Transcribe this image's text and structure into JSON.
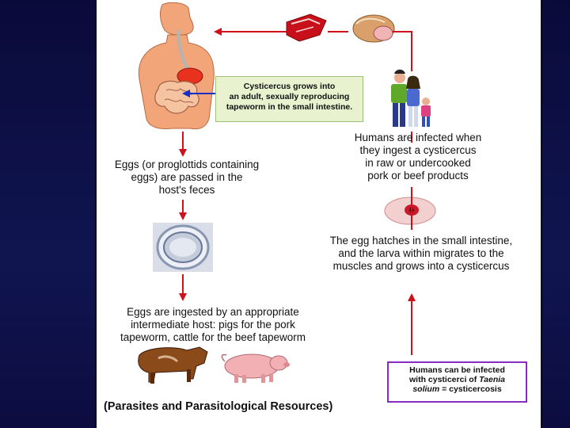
{
  "box_adult": [
    "Cysticercus grows into",
    "an adult, sexually reproducing",
    "tapeworm in the small intestine."
  ],
  "text_eggs_passed": [
    "Eggs (or proglottids containing",
    "eggs) are passed in the",
    "host's feces"
  ],
  "text_humans_infected": [
    "Humans are infected when",
    "they ingest a cysticercus",
    "in raw or undercooked",
    "pork or beef products"
  ],
  "text_egg_hatches": [
    "The egg hatches in the small intestine,",
    "and the larva within migrates to the",
    "muscles and grows into a cysticercus"
  ],
  "text_eggs_ingested": [
    "Eggs are ingested by an appropriate",
    "intermediate host: pigs for the pork",
    "tapeworm, cattle for the beef tapeworm"
  ],
  "box_cysticerci": {
    "line1": "Humans can be infected",
    "line2_prefix": "with cysticerci of ",
    "line2_italic": "Taenia",
    "line3_italic": "solium",
    "line3_suffix": " = cysticercosis"
  },
  "credit": "(Parasites and Parasitological Resources)",
  "colors": {
    "arrow": "#d0101a",
    "blue_arrow": "#1830c8",
    "purple_border": "#8a2bbf",
    "green_box": "#e8f2cf"
  }
}
